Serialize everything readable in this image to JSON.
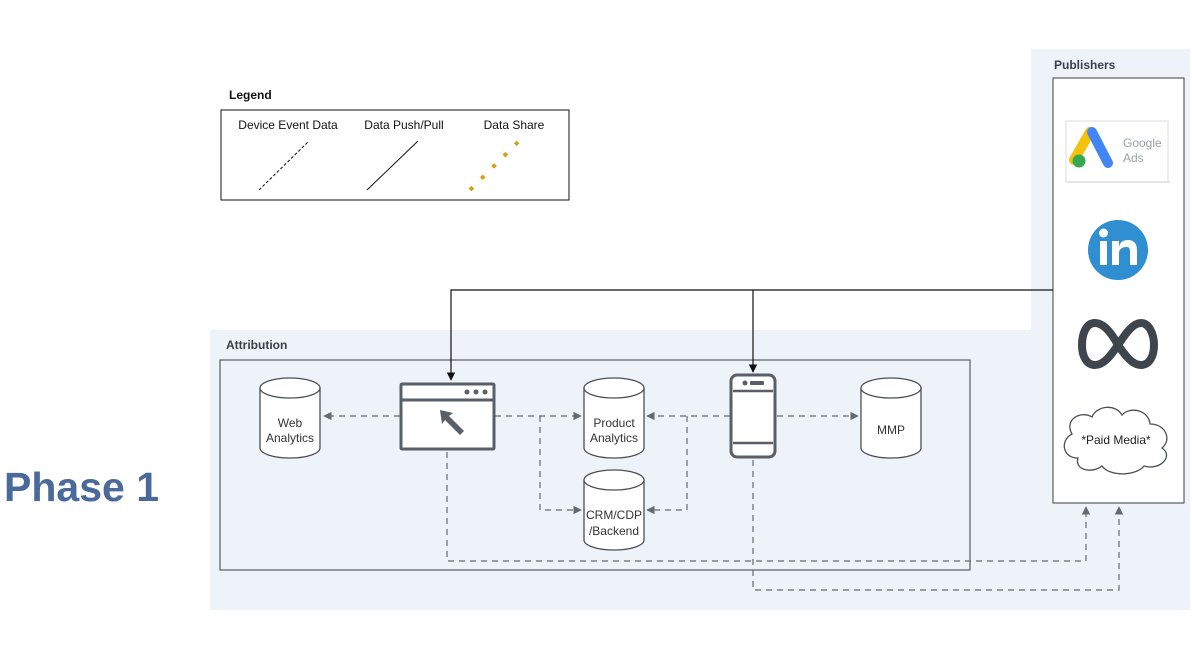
{
  "phase_title": "Phase 1",
  "legend": {
    "title": "Legend",
    "items": [
      {
        "label": "Device Event Data",
        "style": "dashed",
        "color": "#111111"
      },
      {
        "label": "Data Push/Pull",
        "style": "solid",
        "color": "#111111"
      },
      {
        "label": "Data Share",
        "style": "dotted",
        "color": "#d4a017"
      }
    ]
  },
  "attribution": {
    "title": "Attribution",
    "nodes": {
      "web_analytics": {
        "line1": "Web",
        "line2": "Analytics",
        "icon": "database-icon"
      },
      "product_analytics": {
        "line1": "Product",
        "line2": "Analytics",
        "icon": "database-icon"
      },
      "crm": {
        "line1": "CRM/CDP",
        "line2": "/Backend",
        "icon": "database-icon"
      },
      "mmp": {
        "line1": "MMP",
        "line2": "",
        "icon": "database-icon"
      },
      "web_app": {
        "icon": "browser-window-icon"
      },
      "mobile_app": {
        "icon": "mobile-phone-icon"
      }
    }
  },
  "publishers": {
    "title": "Publishers",
    "google_ads": {
      "line1": "Google",
      "line2": "Ads",
      "icon": "google-ads-icon"
    },
    "linkedin": {
      "icon": "linkedin-icon"
    },
    "meta": {
      "icon": "meta-icon"
    },
    "paid_media": {
      "label": "*Paid Media*",
      "icon": "cloud-icon"
    }
  },
  "colors": {
    "panel_background": "#eef3fa",
    "phase_title": "#4a6a9a",
    "icon_stroke": "#4a4f57",
    "linkedin": "#2f8fd0",
    "meta": "#3f454d",
    "data_share": "#d4a017"
  }
}
